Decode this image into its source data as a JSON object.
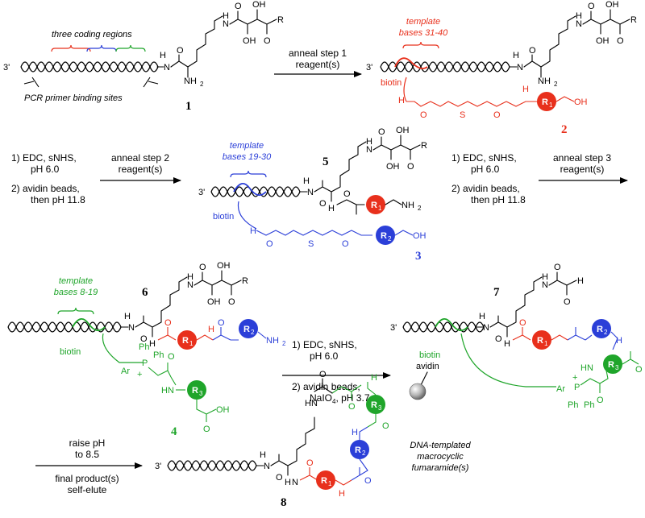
{
  "colors": {
    "black": "#000000",
    "red": "#e8301c",
    "blue": "#2b3fd8",
    "green": "#1fa52a",
    "gray_bead": "#9a9a9a"
  },
  "labels": {
    "coding_regions": "three coding regions",
    "primer_sites": "PCR primer binding sites",
    "three_prime": "3'",
    "nh2": "NH",
    "nh2_sub": "2",
    "oh": "OH",
    "r": "R",
    "o": "O",
    "h": "H",
    "n": "N",
    "s": "S",
    "biotin": "biotin",
    "avidin": "avidin",
    "ph": "Ph",
    "ar": "Ar",
    "p": "P",
    "plus": "+",
    "r1": "R",
    "r1_sub": "1",
    "r2": "R",
    "r2_sub": "2",
    "r3": "R",
    "r3_sub": "3"
  },
  "templates": {
    "t1_line1": "template",
    "t1_line2": "bases 31-40",
    "t2_line1": "template",
    "t2_line2": "bases 19-30",
    "t3_line1": "template",
    "t3_line2": "bases 8-19"
  },
  "steps": {
    "anneal1_line1": "anneal step 1",
    "anneal1_line2": "reagent(s)",
    "cond_a_line1": "1) EDC, sNHS,",
    "cond_a_line2": "pH 6.0",
    "cond_a_line3": "2) avidin beads,",
    "cond_a_line4": "then pH 11.8",
    "anneal2_line1": "anneal step 2",
    "anneal2_line2": "reagent(s)",
    "cond_b_line1": "1) EDC, sNHS,",
    "cond_b_line2": "pH 6.0",
    "cond_b_line3": "2) avidin beads,",
    "cond_b_line4": "then pH 11.8",
    "anneal3_line1": "anneal step 3",
    "anneal3_line2": "reagent(s)",
    "cond_c_line1": "1) EDC, sNHS,",
    "cond_c_line2": "pH 6.0",
    "cond_c_line3": "2) avidin beads,",
    "cond_c_line4": "NaIO",
    "cond_c_line4_sub": "4",
    "cond_c_line4_tail": ", pH 3.7",
    "final_line1": "raise pH",
    "final_line2": "to 8.5",
    "final_line3": "final product(s)",
    "final_line4": "self-elute"
  },
  "compounds": {
    "c1": "1",
    "c2": "2",
    "c3": "3",
    "c4": "4",
    "c5": "5",
    "c6": "6",
    "c7": "7",
    "c8": "8"
  },
  "product_label": {
    "line1": "DNA-templated",
    "line2": "macrocyclic",
    "line3": "fumaramide(s)"
  }
}
